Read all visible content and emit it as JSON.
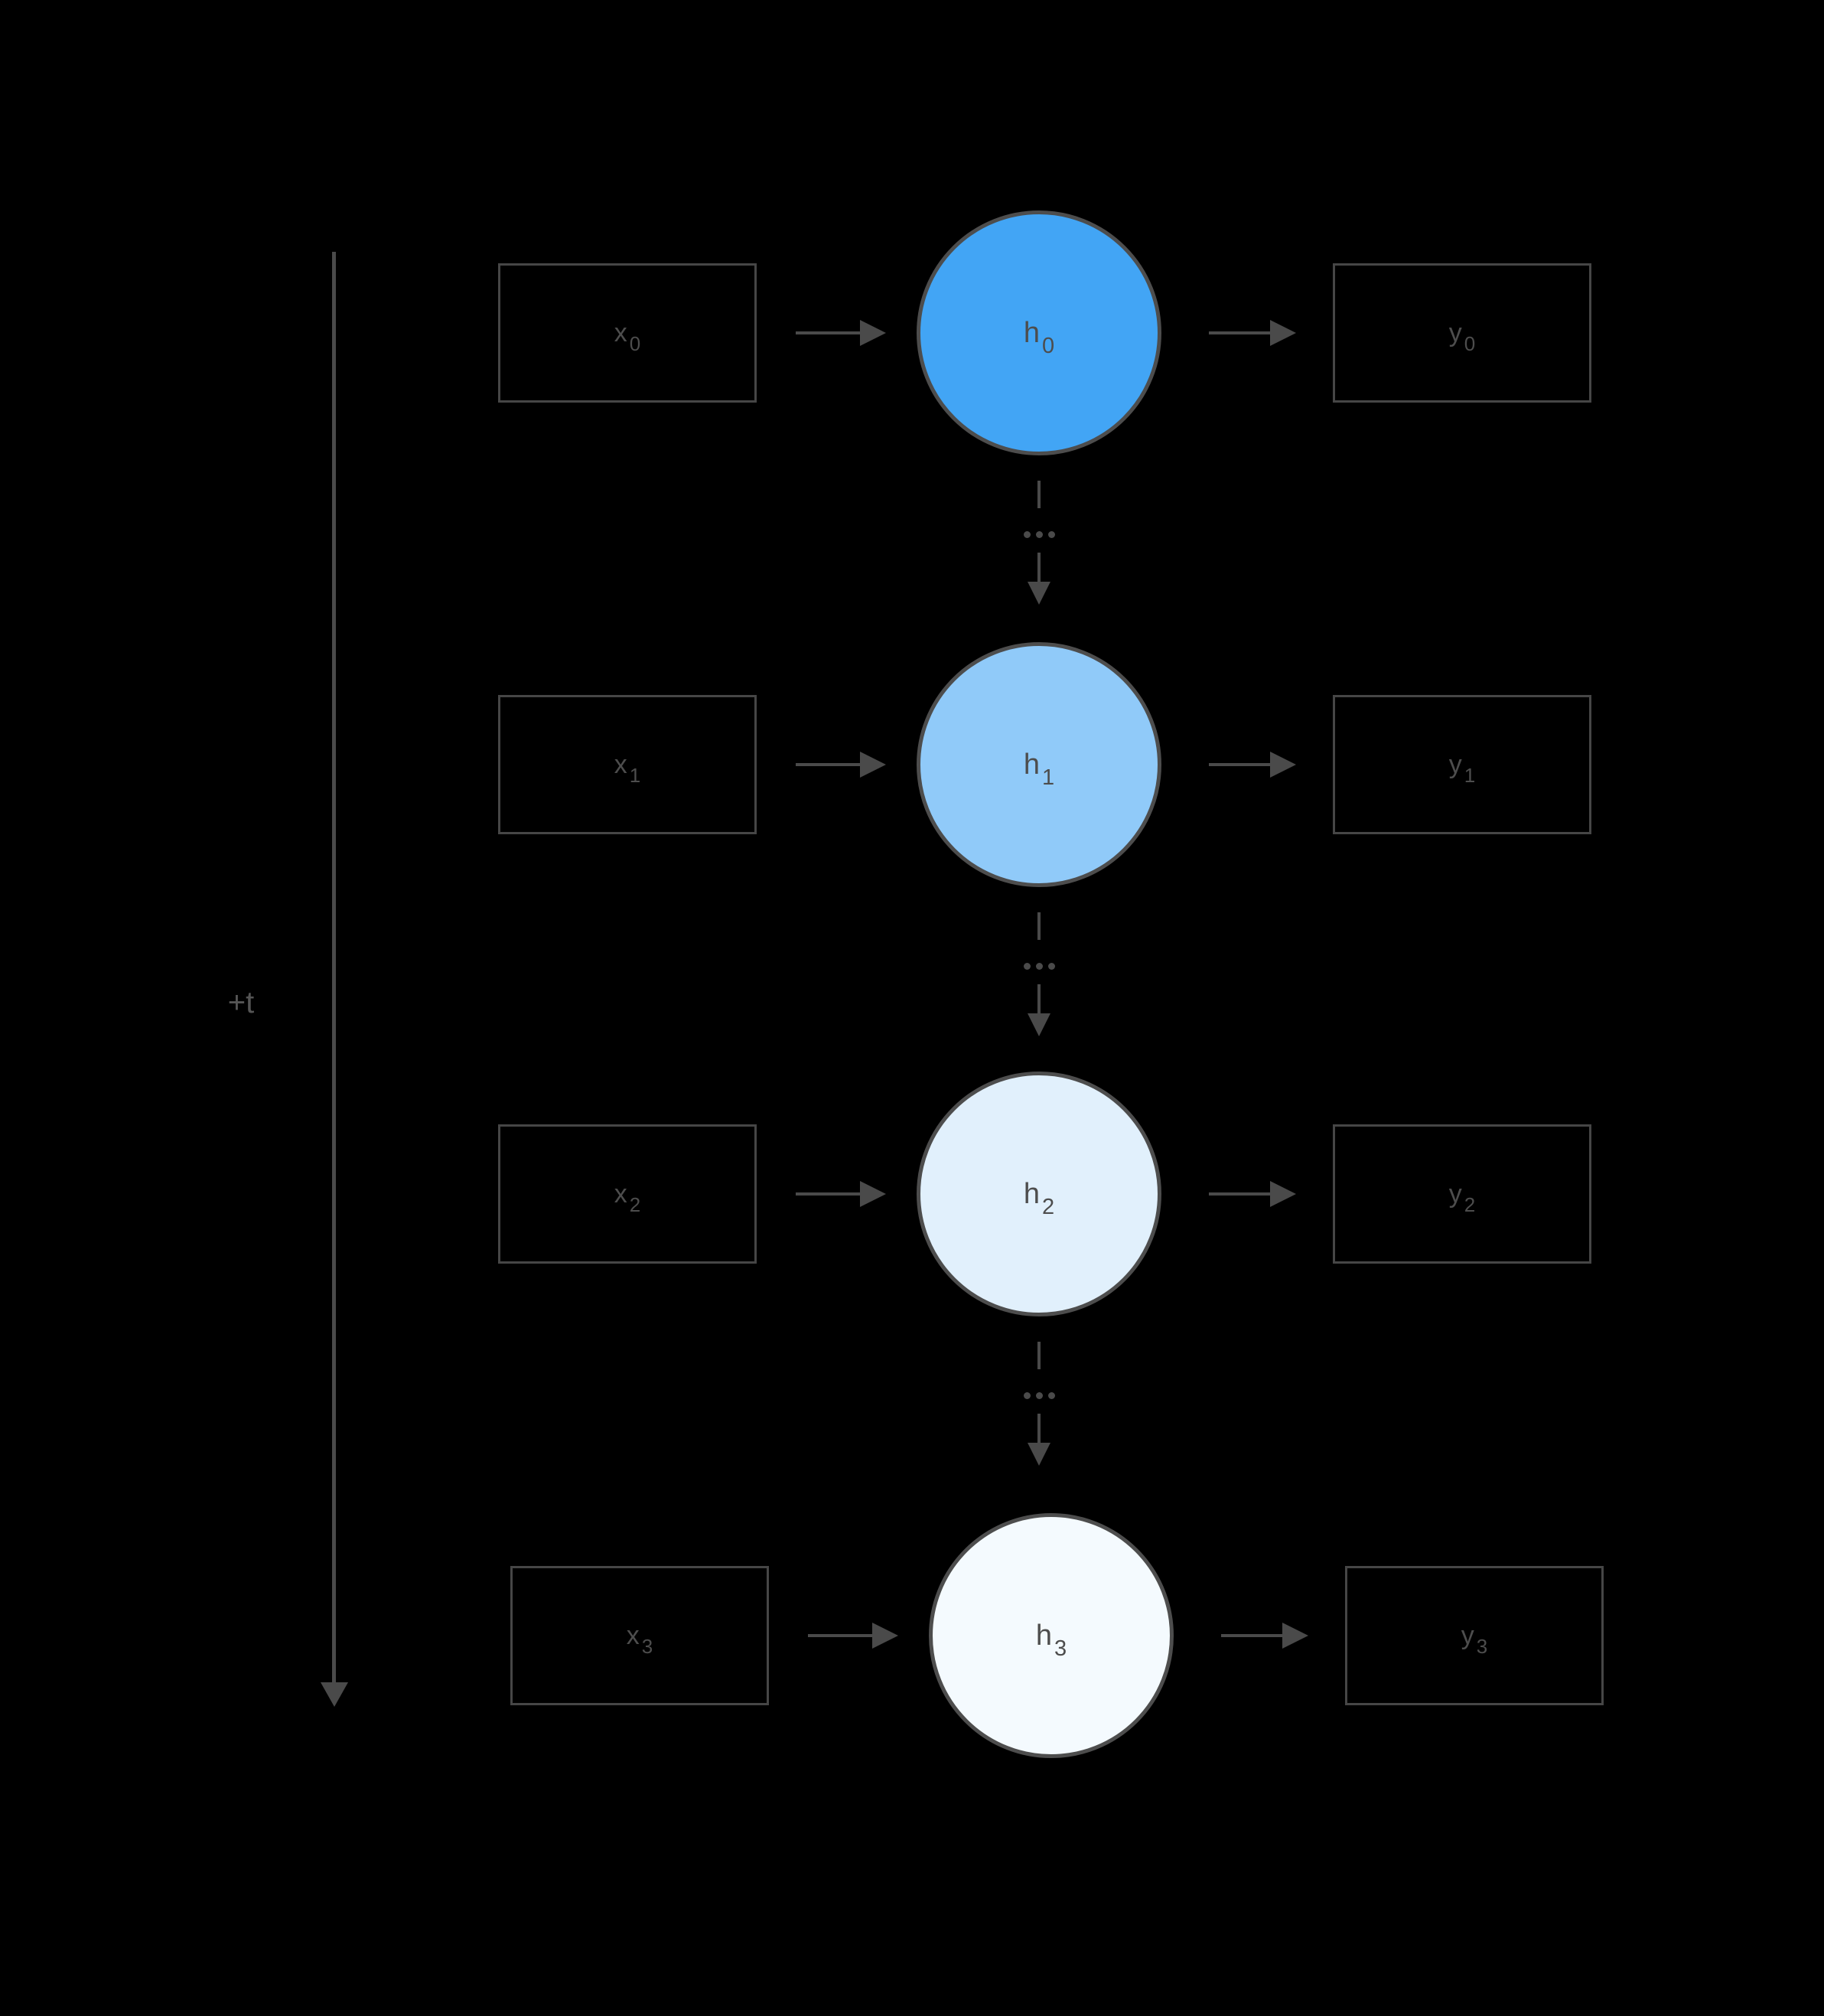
{
  "background": "#000000",
  "stroke_color": "#4a4a4a",
  "text_color": "#4d4d4d",
  "timeline": {
    "label": "+t",
    "icon": "down-arrow"
  },
  "icons": {
    "right_arrow": "solid-triangle-right-arrow",
    "down_arrow": "solid-triangle-down-arrow",
    "ellipsis": "horizontal-dots"
  },
  "rows": [
    {
      "input": {
        "base": "x",
        "sub": "0"
      },
      "state": {
        "base": "h",
        "sub": "0"
      },
      "output": {
        "base": "y",
        "sub": "0"
      },
      "state_fill": "#42A5F5"
    },
    {
      "input": {
        "base": "x",
        "sub": "1"
      },
      "state": {
        "base": "h",
        "sub": "1"
      },
      "output": {
        "base": "y",
        "sub": "1"
      },
      "state_fill": "#90CAF9"
    },
    {
      "input": {
        "base": "x",
        "sub": "2"
      },
      "state": {
        "base": "h",
        "sub": "2"
      },
      "output": {
        "base": "y",
        "sub": "2"
      },
      "state_fill": "#E1F0FC"
    },
    {
      "input": {
        "base": "x",
        "sub": "3"
      },
      "state": {
        "base": "h",
        "sub": "3"
      },
      "output": {
        "base": "y",
        "sub": "3"
      },
      "state_fill": "#F4FAFE"
    }
  ]
}
